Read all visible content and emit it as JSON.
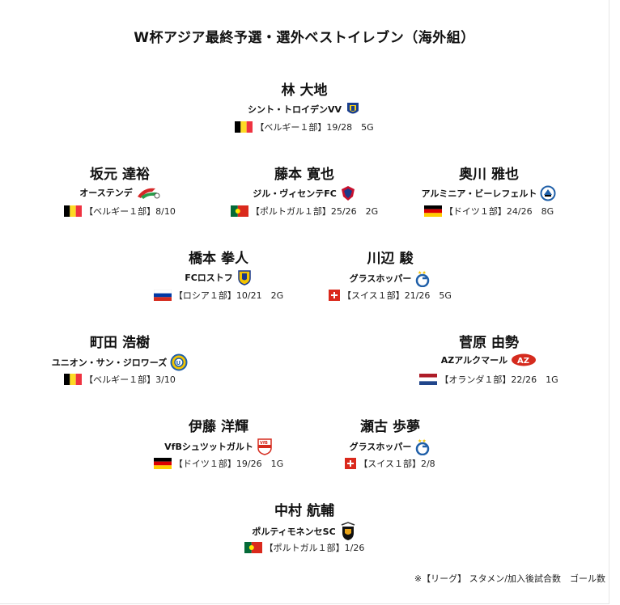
{
  "title": "W杯アジア最終予選・選外ベストイレブン（海外組）",
  "note": "※【リーグ】 スタメン/加入後試合数　ゴール数",
  "players": [
    {
      "name": "林 大地",
      "club": "シント・トロイデンVV",
      "club_icon": "sint-truiden-crest-icon",
      "flag": "belgium-flag-icon",
      "stats": "【ベルギー１部】19/28　5G"
    },
    {
      "name": "坂元 達裕",
      "club": "オーステンデ",
      "club_icon": "oostende-crest-icon",
      "flag": "belgium-flag-icon",
      "stats": "【ベルギー１部】8/10"
    },
    {
      "name": "藤本 寛也",
      "club": "ジル・ヴィセンテFC",
      "club_icon": "gil-vicente-crest-icon",
      "flag": "portugal-flag-icon",
      "stats": "【ポルトガル１部】25/26　2G"
    },
    {
      "name": "奥川 雅也",
      "club": "アルミニア・ビーレフェルト",
      "club_icon": "bielefeld-crest-icon",
      "flag": "germany-flag-icon",
      "stats": "【ドイツ１部】24/26　8G"
    },
    {
      "name": "橋本 拳人",
      "club": "FCロストフ",
      "club_icon": "rostov-crest-icon",
      "flag": "russia-flag-icon",
      "stats": "【ロシア１部】10/21　2G"
    },
    {
      "name": "川辺 駿",
      "club": "グラスホッパー",
      "club_icon": "grasshopper-crest-icon",
      "flag": "switzerland-flag-icon",
      "stats": "【スイス１部】21/26　5G"
    },
    {
      "name": "町田 浩樹",
      "club": "ユニオン・サン・ジロワーズ",
      "club_icon": "union-sg-crest-icon",
      "flag": "belgium-flag-icon",
      "stats": "【ベルギー１部】3/10"
    },
    {
      "name": "菅原 由勢",
      "club": "AZアルクマール",
      "club_icon": "az-alkmaar-crest-icon",
      "flag": "netherlands-flag-icon",
      "stats": "【オランダ１部】22/26　1G"
    },
    {
      "name": "伊藤 洋輝",
      "club": "VfBシュツットガルト",
      "club_icon": "stuttgart-crest-icon",
      "flag": "germany-flag-icon",
      "stats": "【ドイツ１部】19/26　1G"
    },
    {
      "name": "瀬古 歩夢",
      "club": "グラスホッパー",
      "club_icon": "grasshopper-crest-icon",
      "flag": "switzerland-flag-icon",
      "stats": "【スイス１部】2/8"
    },
    {
      "name": "中村 航輔",
      "club": "ポルティモネンセSC",
      "club_icon": "portimonense-crest-icon",
      "flag": "portugal-flag-icon",
      "stats": "【ポルトガル１部】1/26"
    }
  ]
}
